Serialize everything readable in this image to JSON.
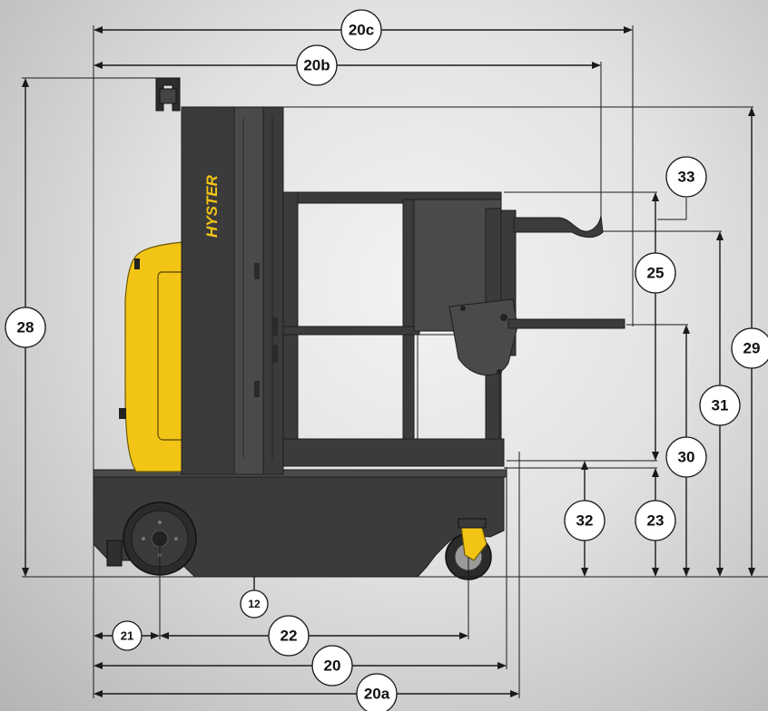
{
  "brand": {
    "name": "HYSTER",
    "color": "#f2c416"
  },
  "colors": {
    "truck_body": "#3b3b3b",
    "truck_accent": "#f2c416",
    "lines": "#1a1a1a",
    "background": "#e2e2e2"
  },
  "dimensions": {
    "d20c": "20c",
    "d20b": "20b",
    "d28": "28",
    "d33": "33",
    "d25": "25",
    "d29": "29",
    "d31": "31",
    "d30": "30",
    "d32": "32",
    "d23": "23",
    "d12": "12",
    "d21": "21",
    "d22": "22",
    "d20": "20",
    "d20a": "20a"
  }
}
